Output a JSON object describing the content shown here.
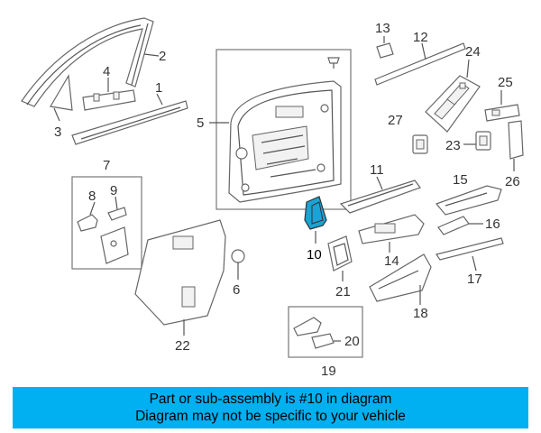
{
  "diagram": {
    "highlight_color": "#1aa3d4",
    "callouts": [
      "1",
      "2",
      "3",
      "4",
      "5",
      "6",
      "7",
      "8",
      "9",
      "10",
      "11",
      "12",
      "13",
      "14",
      "15",
      "16",
      "17",
      "18",
      "19",
      "20",
      "21",
      "22",
      "23",
      "24",
      "25",
      "26",
      "27"
    ]
  },
  "banner": {
    "background": "#00b0f0",
    "line1": "Part or sub-assembly is #10 in diagram",
    "line2": "Diagram may not be specific to your vehicle"
  }
}
